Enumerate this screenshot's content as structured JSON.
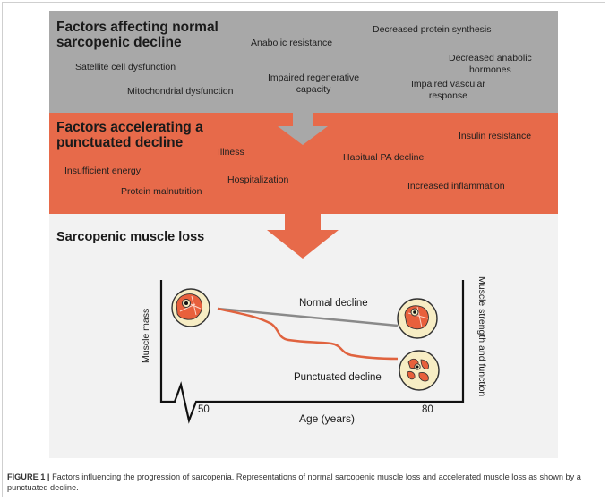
{
  "panels": {
    "normal": {
      "heading_line1": "Factors affecting normal",
      "heading_line2": "sarcopenic decline",
      "factors": {
        "anabolic": "Anabolic resistance",
        "protein_synthesis": "Decreased protein synthesis",
        "satellite": "Satellite cell  dysfunction",
        "decreased_hormones_1": "Decreased anabolic",
        "decreased_hormones_2": "hormones",
        "regenerative_1": "Impaired regenerative",
        "regenerative_2": "capacity",
        "vascular_1": "Impaired vascular",
        "vascular_2": "response",
        "mitochondrial": "Mitochondrial dysfunction"
      }
    },
    "accelerating": {
      "heading_line1": "Factors accelerating a",
      "heading_line2": "punctuated decline",
      "factors": {
        "illness": "Illness",
        "insulin": "Insulin resistance",
        "habitual_pa": "Habitual PA decline",
        "insufficient_energy": "Insufficient energy",
        "hospitalization": "Hospitalization",
        "inflammation": "Increased inflammation",
        "malnutrition": "Protein malnutrition"
      }
    },
    "loss": {
      "heading": "Sarcopenic muscle loss"
    }
  },
  "plot": {
    "y_label_left": "Muscle mass",
    "y_label_right": "Muscle strength and function",
    "x_label": "Age (years)",
    "tick_50": "50",
    "tick_80": "80",
    "normal_label": "Normal decline",
    "punctuated_label": "Punctuated decline",
    "colors": {
      "normal_line": "#8a8a8a",
      "punctuated_line": "#e0633f",
      "muscle_fill": "#e8603c",
      "muscle_bg": "#f7edc4"
    }
  },
  "caption": {
    "figure_label": "FIGURE 1 |",
    "text": "Factors influencing the progression of sarcopenia. Representations of normal sarcopenic muscle loss and accelerated muscle loss as shown by a punctuated decline."
  }
}
